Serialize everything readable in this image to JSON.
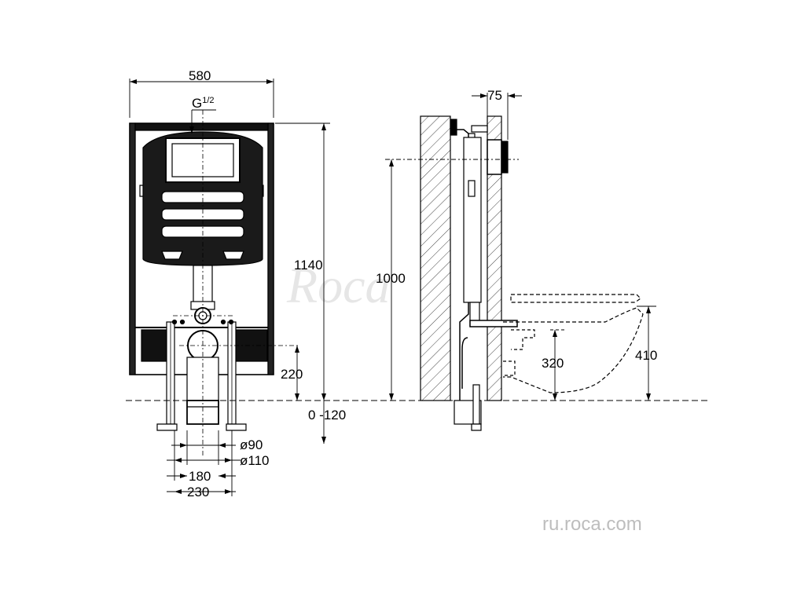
{
  "watermark": "Roca",
  "footer_url": "ru.roca.com",
  "dimensions": {
    "width_580": "580",
    "thread": "G",
    "thread_fraction": "1/2",
    "height_1140": "1140",
    "height_1000": "1000",
    "height_220": "220",
    "range_0_120": "0 -120",
    "pipe_90": "ø90",
    "pipe_110": "ø110",
    "spacing_180": "180",
    "spacing_230": "230",
    "depth_75": "75",
    "height_320": "320",
    "height_410": "410"
  }
}
